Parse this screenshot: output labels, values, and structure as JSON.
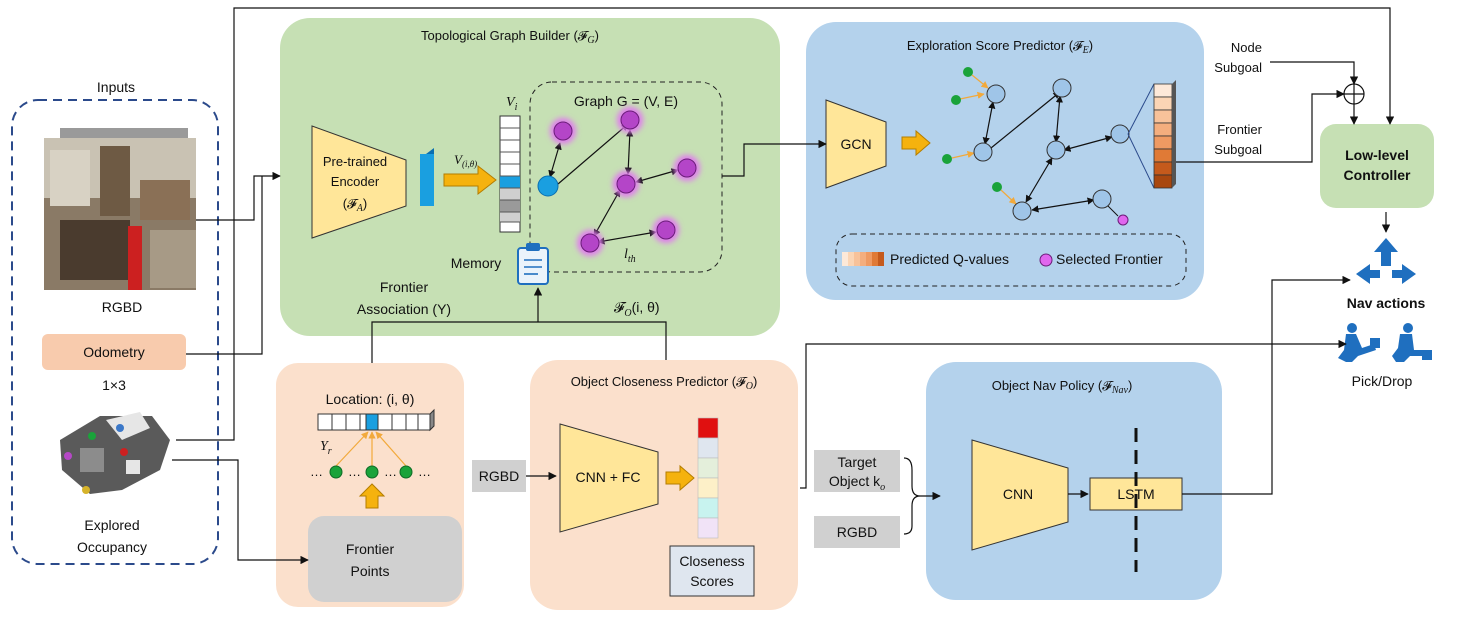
{
  "inputs": {
    "title": "Inputs",
    "rgbd_label": "RGBD",
    "odometry_label": "Odometry",
    "odometry_dim": "1×3",
    "explored_label_line1": "Explored",
    "explored_label_line2": "Occupancy"
  },
  "topo": {
    "title": "Topological Graph Builder (𝓕",
    "title_sub": "G",
    "encoder_line1": "Pre-trained",
    "encoder_line2": "Encoder",
    "encoder_line3": "(𝓕",
    "encoder_line3_sub": "A",
    "feature_label": "V",
    "feature_label_sub": "(i,θ)",
    "vi_label": "V",
    "vi_label_sub": "i",
    "graph_label": "Graph G = (V, E)",
    "lth_label": "l",
    "lth_sub": "th",
    "memory_label": "Memory"
  },
  "explore": {
    "title": "Exploration Score Predictor (𝓕",
    "title_sub": "E",
    "gcn_label": "GCN",
    "legend_q": "Predicted Q-values",
    "legend_sel": "Selected Frontier"
  },
  "controller": {
    "node_line1": "Node",
    "node_line2": "Subgoal",
    "frontier_line1": "Frontier",
    "frontier_line2": "Subgoal",
    "label_line1": "Low-level",
    "label_line2": "Controller"
  },
  "frontier": {
    "assoc_line1": "Frontier",
    "assoc_line2": "Association (Y)",
    "location_label": "Location: (i, θ)",
    "yr_label": "Y",
    "yr_sub": "r",
    "points_line1": "Frontier",
    "points_line2": "Points",
    "fo_label": "𝓕",
    "fo_sub": "O",
    "fo_args": "(i, θ)"
  },
  "closeness": {
    "title": "Object Closeness Predictor (𝓕",
    "title_sub": "O",
    "input_label": "RGBD",
    "cnn_label": "CNN + FC",
    "scores_line1": "Closeness",
    "scores_line2": "Scores"
  },
  "nav": {
    "title": "Object Nav Policy (𝓕",
    "title_sub": "Nav",
    "target_line1": "Target",
    "target_line2": "Object k",
    "target_sub": "o",
    "rgbd_label": "RGBD",
    "cnn_label": "CNN",
    "lstm_label": "LSTM"
  },
  "outputs": {
    "nav_actions": "Nav actions",
    "pick_drop": "Pick/Drop"
  },
  "colors": {
    "green_panel": "#c6e0b4",
    "blue_panel": "#b4d2ec",
    "peach_panel": "#fbe0cc",
    "yellow_box": "#ffe699",
    "gray_box": "#d9d9d9",
    "node_purple": "#c54fd6",
    "node_blue": "#9fc5e8",
    "node_green": "#1aa33a",
    "arrow_orange": "#f2a93b",
    "action_blue": "#1f6fbf"
  }
}
